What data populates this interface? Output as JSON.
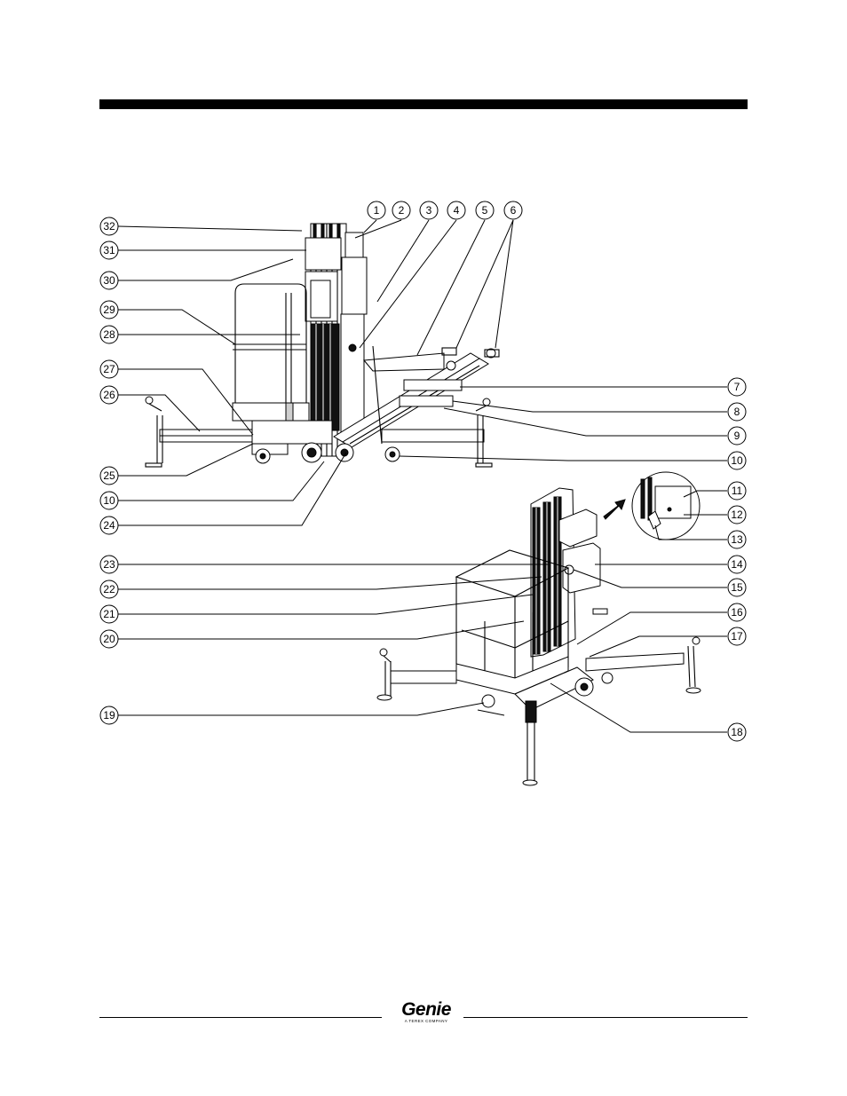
{
  "header": {
    "rule": "top-rule"
  },
  "callouts": {
    "left": [
      "32",
      "31",
      "30",
      "29",
      "28",
      "27",
      "26",
      "25",
      "10",
      "24",
      "23",
      "22",
      "21",
      "20",
      "19"
    ],
    "top": [
      "1",
      "2",
      "3",
      "4",
      "5",
      "6"
    ],
    "right": [
      "7",
      "8",
      "9",
      "10",
      "11",
      "12",
      "13",
      "14",
      "15",
      "16",
      "17",
      "18"
    ]
  },
  "footer": {
    "brand": "Genie",
    "tagline": "A TEREX COMPANY"
  }
}
